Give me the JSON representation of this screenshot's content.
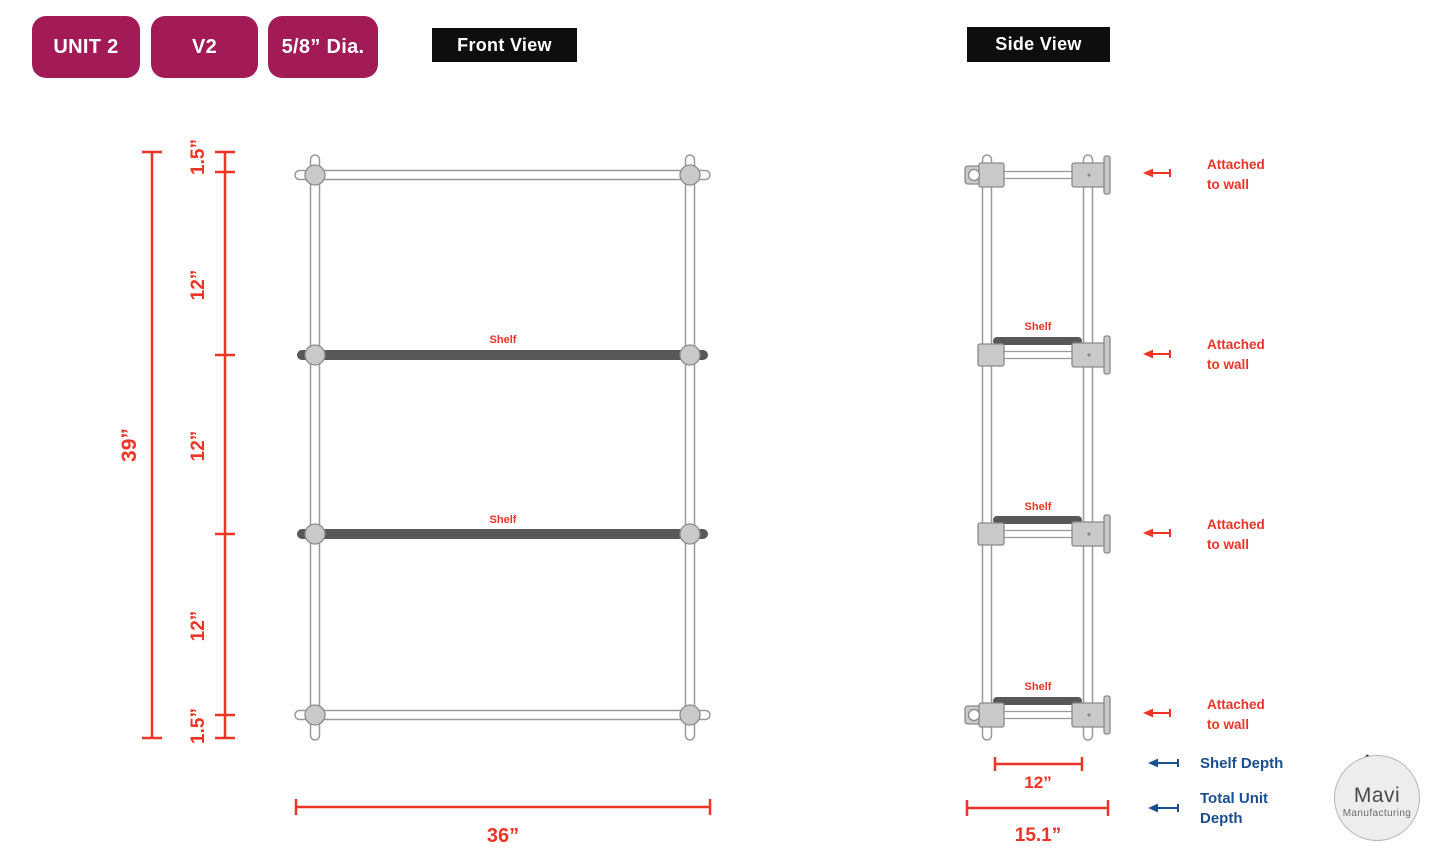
{
  "badges": [
    {
      "label": "UNIT 2"
    },
    {
      "label": "V2"
    },
    {
      "label": "5/8” Dia."
    }
  ],
  "views": {
    "front": "Front View",
    "side": "Side View"
  },
  "front_view": {
    "shelf_label_1": "Shelf",
    "shelf_label_2": "Shelf",
    "dims": {
      "total_height": "39”",
      "seg_top": "1.5”",
      "seg_12a": "12”",
      "seg_12b": "12”",
      "seg_12c": "12”",
      "seg_bottom": "1.5”",
      "width": "36”"
    }
  },
  "side_view": {
    "shelf_label_1": "Shelf",
    "shelf_label_2": "Shelf",
    "shelf_label_3": "Shelf",
    "wall_note": {
      "line1": "Attached",
      "line2": "to wall"
    },
    "dims": {
      "shelf_depth": "12”",
      "total_depth": "15.1”"
    },
    "legend": {
      "shelf_depth": "Shelf Depth",
      "total_line1": "Total Unit",
      "total_line2": "Depth"
    }
  },
  "logo": {
    "name": "Mavi",
    "sub": "Manufacturing"
  },
  "colors": {
    "badge_magenta": "#A21B57",
    "dimension_red": "#EE3425",
    "legend_blue": "#1B4F91",
    "label_black": "#0E0E0E",
    "frame_gray": "#999999",
    "connector_gray": "#C9C9C9",
    "shelf_dark": "#58585A"
  }
}
